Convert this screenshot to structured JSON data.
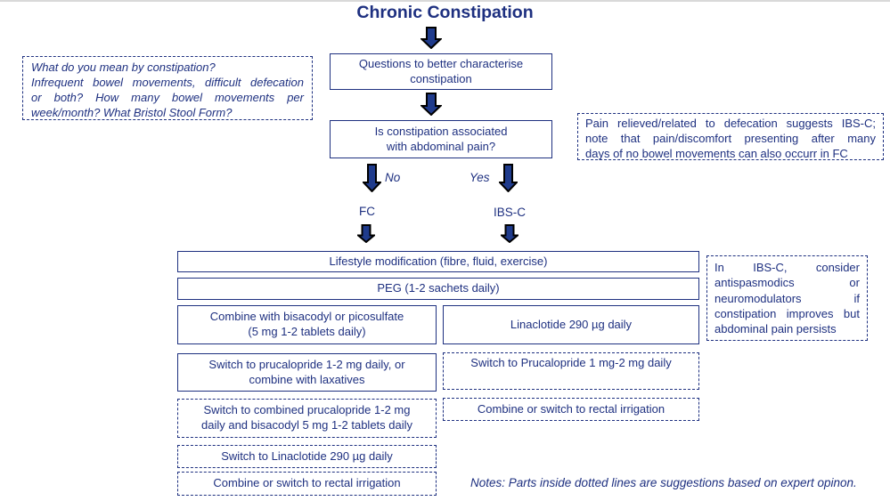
{
  "colors": {
    "navy": "#1e3080",
    "arrow_fill": "#1f3b8c",
    "arrow_outline": "#000000",
    "top_rule": "#d9d9d9"
  },
  "icons": {
    "flow_arrow": "down-arrow"
  },
  "page": {
    "title": "Chronic Constipation",
    "footnote": "Notes: Parts inside dotted lines are suggestions based on expert opinon."
  },
  "side_notes": {
    "define_constipation": {
      "lines": [
        "What do you mean by constipation?",
        "Infrequent bowel movements, difficult defecation",
        "or both? How many bowel movements per",
        "week/month? What Bristol Stool Form?"
      ]
    },
    "pain_ibsc": {
      "lines": [
        "Pain relieved/related to defecation suggests IBS-C;",
        "note that pain/discomfort presenting after many",
        "days of no bowel movements can also occurr in FC"
      ]
    },
    "ibsc_adjunct": {
      "lines": [
        "In IBS-C, consider",
        "antispasmodics or",
        "neuromodulators if",
        "constipation improves but",
        "abdominal pain persists"
      ]
    }
  },
  "flow": {
    "questions_box": {
      "lines": [
        "Questions to better characterise",
        "constipation"
      ]
    },
    "pain_box": {
      "lines": [
        "Is constipation associated",
        "with abdominal pain?"
      ]
    },
    "branch_no": "No",
    "branch_yes": "Yes",
    "fc": "FC",
    "ibsc": "IBS-C",
    "shared": [
      {
        "lines": [
          "Lifestyle modification (fibre, fluid, exercise)"
        ]
      },
      {
        "lines": [
          "PEG (1-2 sachets daily)"
        ]
      }
    ],
    "fc_steps": [
      {
        "lines": [
          "Combine with bisacodyl or picosulfate",
          "(5 mg 1-2 tablets daily)"
        ]
      },
      {
        "lines": [
          "Switch to prucalopride 1-2 mg daily, or",
          "combine with laxatives"
        ]
      },
      {
        "lines": [
          "Switch to combined prucalopride 1-2 mg",
          "daily and bisacodyl 5 mg 1-2 tablets daily"
        ]
      },
      {
        "lines": [
          "Switch to Linaclotide 290 µg daily"
        ]
      },
      {
        "lines": [
          "Combine or switch to rectal irrigation"
        ]
      }
    ],
    "ibsc_steps": [
      {
        "lines": [
          "Linaclotide 290 µg daily"
        ]
      },
      {
        "lines": [
          "Switch to Prucalopride 1 mg-2 mg daily"
        ]
      },
      {
        "lines": [
          "Combine or switch to rectal irrigation"
        ]
      }
    ]
  }
}
